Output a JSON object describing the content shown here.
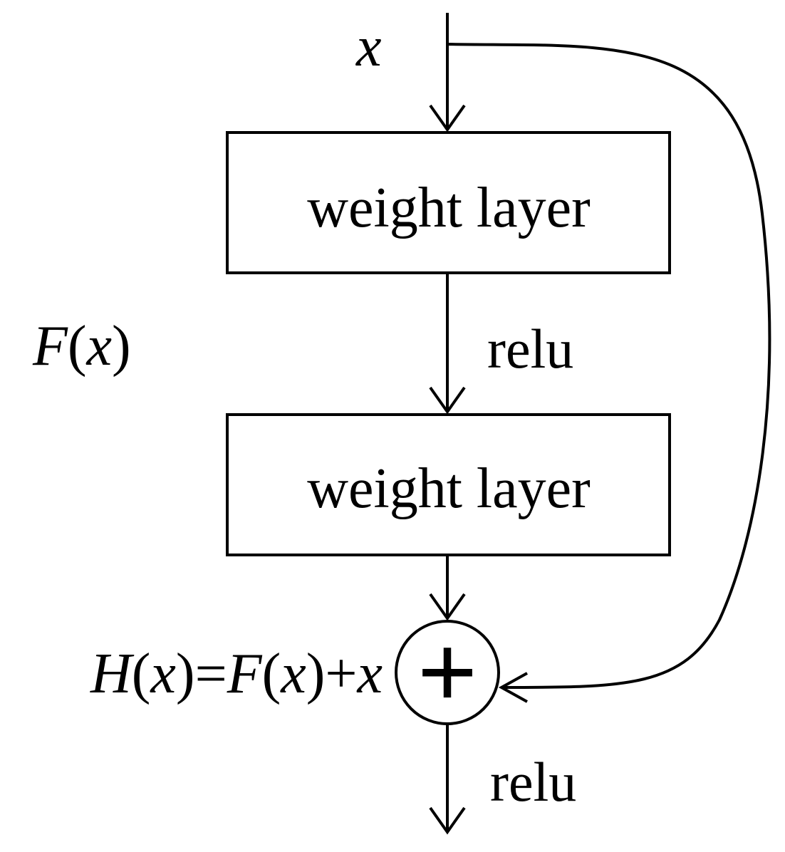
{
  "diagram": {
    "input_symbol": "x",
    "residual_label": {
      "name": "F",
      "open": "(",
      "var": "x",
      "close": ")"
    },
    "layers": [
      {
        "label": "weight layer"
      },
      {
        "label": "weight layer"
      }
    ],
    "activation_between": "relu",
    "activation_after": "relu",
    "sum_symbol": "+",
    "output_formula": {
      "h": "H",
      "p1": "(",
      "x1": "x",
      "p2": ")=",
      "f": "F",
      "p3": "(",
      "x2": "x",
      "p4": ")+",
      "x3": "x"
    },
    "stroke_color": "#000000",
    "background_color": "#ffffff"
  }
}
